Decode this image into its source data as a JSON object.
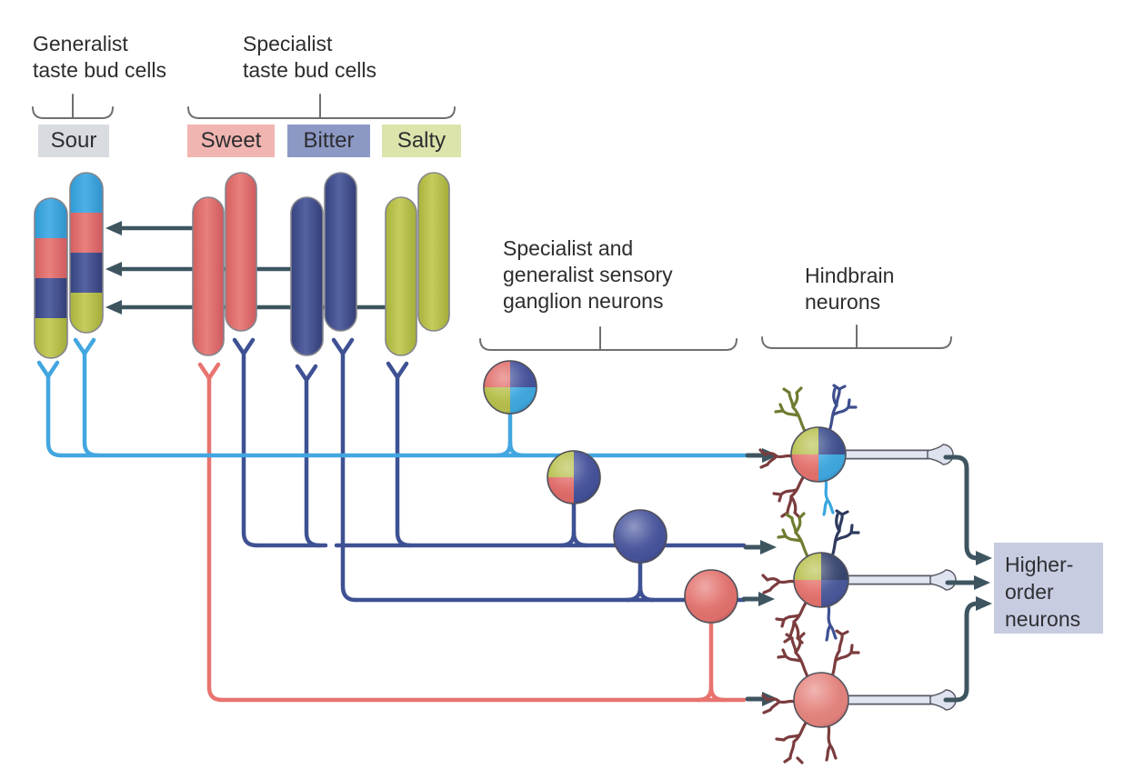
{
  "diagram": {
    "groups": {
      "generalist_taste_bud_cells": {
        "label": "Generalist\ntaste bud cells"
      },
      "specialist_taste_bud_cells": {
        "label": "Specialist\ntaste bud cells"
      },
      "ganglion_neurons": {
        "label": "Specialist and\ngeneralist sensory\nganglion neurons"
      },
      "hindbrain_neurons": {
        "label": "Hindbrain\nneurons"
      }
    },
    "chips": {
      "sour": {
        "label": "Sour",
        "bg": "#d8dce0"
      },
      "sweet": {
        "label": "Sweet",
        "bg": "#f0b5b0"
      },
      "bitter": {
        "label": "Bitter",
        "bg": "#8d99c5"
      },
      "salty": {
        "label": "Salty",
        "bg": "#dce3ab"
      }
    },
    "higher_order_box": {
      "label": "Higher-\norder\nneurons",
      "bg": "#c7cce1"
    },
    "taste_bud_cells": {
      "generalist": {
        "count": 2,
        "segment_order_top_to_bottom": [
          "sour",
          "sweet",
          "bitter",
          "salty"
        ]
      },
      "sweet": {
        "count": 2
      },
      "bitter": {
        "count": 2
      },
      "salty": {
        "count": 2
      }
    },
    "ganglion_neuron_types": [
      {
        "name": "generalist-all-qualities",
        "quadrants": [
          "sweet_red",
          "bitter_navy",
          "salty_green",
          "sour_blue"
        ]
      },
      {
        "name": "generalist-sweet-bitter-salty",
        "quadrants": [
          "salty_green",
          "bitter_navy",
          "sweet_red"
        ]
      },
      {
        "name": "specialist-bitter",
        "quadrants": [
          "bitter_navy"
        ]
      },
      {
        "name": "specialist-sweet",
        "quadrants": [
          "sweet_red"
        ]
      }
    ],
    "hindbrain_neuron_types": [
      {
        "name": "generalist-all-qualities",
        "quadrants": [
          "salty_green",
          "bitter_navy",
          "sweet_red",
          "sour_blue"
        ]
      },
      {
        "name": "generalist-sweet-bitter-salty",
        "quadrants": [
          "salty_green",
          "bitter_navy",
          "sweet_red"
        ]
      },
      {
        "name": "specialist-sweet",
        "quadrants": [
          "sweet_red"
        ]
      }
    ],
    "palette": {
      "sour_blue": "#3fa8e0",
      "sweet_red": "#e0706d",
      "bitter_navy": "#44519a",
      "salty_green": "#b6bf4a",
      "generalist_line_blue": "#42a6e0",
      "specialist_line_navy": "#3e5193",
      "sweet_line_red": "#e8736f",
      "arrow_slate": "#3e5560",
      "bracket_gray": "#6f6f6f",
      "axon_pale": "#e1e4f1",
      "dendrite_maroon": "#7b3c3e",
      "dendrite_olive": "#6e7c30",
      "higher_order_bg": "#c7cce1",
      "text": "#2d2d2f"
    }
  }
}
